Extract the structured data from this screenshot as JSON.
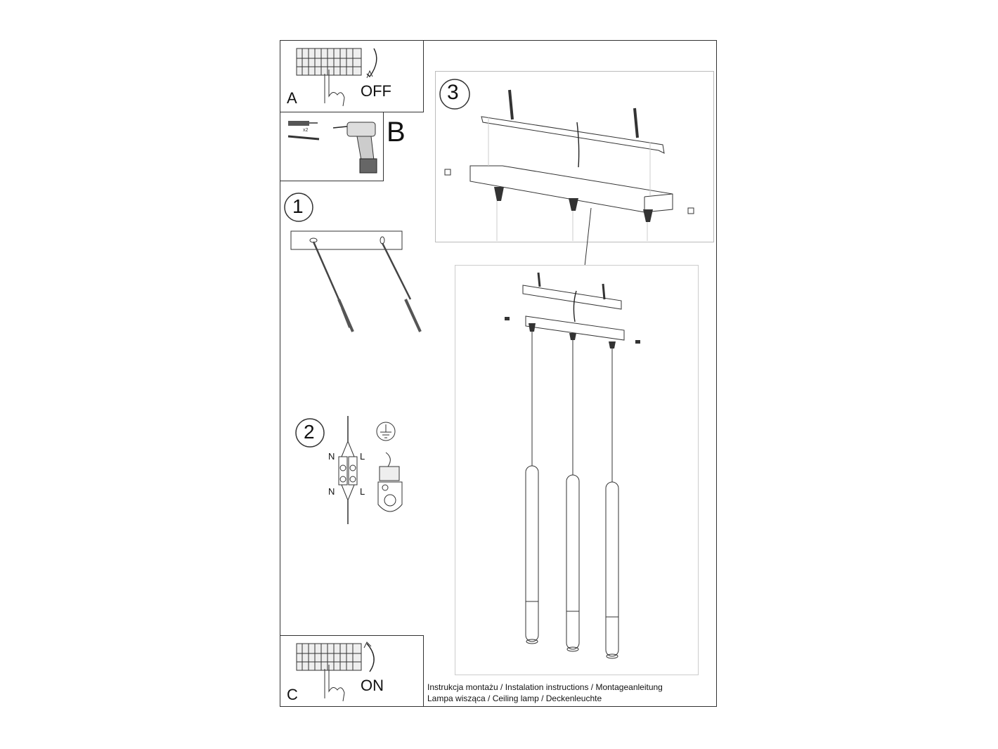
{
  "panels": {
    "a": {
      "letter": "A",
      "word": "OFF"
    },
    "b": {
      "letter": "B",
      "count": "x2"
    },
    "c": {
      "letter": "C",
      "word": "ON"
    }
  },
  "steps": {
    "step1": "1",
    "step2": "2",
    "step3": "3"
  },
  "wiring": {
    "n_top": "N",
    "l_top": "L",
    "n_bottom": "N",
    "l_bottom": "L"
  },
  "footer": {
    "line1": "Instrukcja montażu / Instalation instructions / Montageanleitung",
    "line2": "Lampa wisząca / Ceiling lamp / Deckenleuchte"
  }
}
